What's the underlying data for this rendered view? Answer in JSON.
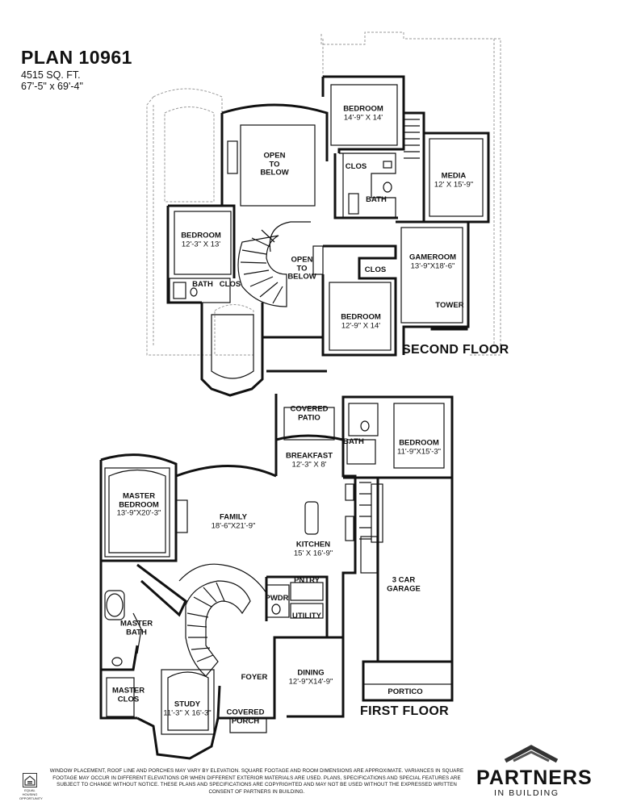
{
  "header": {
    "plan_name": "PLAN 10961",
    "square_feet": "4515 SQ. FT.",
    "dimensions": "67'-5\" x 69'-4\""
  },
  "floors": {
    "second_label": "SECOND FLOOR",
    "first_label": "FIRST FLOOR"
  },
  "second_floor_rooms": [
    {
      "name": "BEDROOM",
      "dim": "14'-9\" X 14'"
    },
    {
      "name": "OPEN\nTO\nBELOW",
      "dim": ""
    },
    {
      "name": "CLOS",
      "dim": ""
    },
    {
      "name": "BATH",
      "dim": ""
    },
    {
      "name": "MEDIA",
      "dim": "12' X 15'-9\""
    },
    {
      "name": "BEDROOM",
      "dim": "12'-3\" X 13'"
    },
    {
      "name": "OPEN\nTO\nBELOW",
      "dim": ""
    },
    {
      "name": "GAMEROOM",
      "dim": "13'-9\"X18'-6\""
    },
    {
      "name": "CLOS",
      "dim": ""
    },
    {
      "name": "BATH",
      "dim": ""
    },
    {
      "name": "CLOS",
      "dim": ""
    },
    {
      "name": "BEDROOM",
      "dim": "12'-9\" X 14'"
    },
    {
      "name": "TOWER",
      "dim": ""
    }
  ],
  "first_floor_rooms": [
    {
      "name": "COVERED\nPATIO",
      "dim": ""
    },
    {
      "name": "BATH",
      "dim": ""
    },
    {
      "name": "BEDROOM",
      "dim": "11'-9\"X15'-3\""
    },
    {
      "name": "BREAKFAST",
      "dim": "12'-3\" X 8'"
    },
    {
      "name": "MASTER\nBEDROOM",
      "dim": "13'-9\"X20'-3\""
    },
    {
      "name": "FAMILY",
      "dim": "18'-6\"X21'-9\""
    },
    {
      "name": "KITCHEN",
      "dim": "15' X 16'-9\""
    },
    {
      "name": "PNTRY",
      "dim": ""
    },
    {
      "name": "3 CAR\nGARAGE",
      "dim": ""
    },
    {
      "name": "PWDR",
      "dim": ""
    },
    {
      "name": "UTILITY",
      "dim": ""
    },
    {
      "name": "MASTER\nBATH",
      "dim": ""
    },
    {
      "name": "FOYER",
      "dim": ""
    },
    {
      "name": "DINING",
      "dim": "12'-9\"X14'-9\""
    },
    {
      "name": "MASTER\nCLOS",
      "dim": ""
    },
    {
      "name": "STUDY",
      "dim": "11'-3\" X 16'-3\""
    },
    {
      "name": "COVERED\nPORCH",
      "dim": ""
    },
    {
      "name": "PORTICO",
      "dim": ""
    }
  ],
  "footer": {
    "disclaimer": "WINDOW PLACEMENT, ROOF LINE AND PORCHES MAY VARY BY ELEVATION. SQUARE FOOTAGE AND ROOM DIMENSIONS ARE APPROXIMATE. VARIANCES IN SQUARE FOOTAGE MAY OCCUR IN DIFFERENT ELEVATIONS OR WHEN DIFFERENT EXTERIOR MATERIALS ARE USED. PLANS, SPECIFICATIONS AND SPECIAL FEATURES ARE SUBJECT TO CHANGE WITHOUT NOTICE. THESE PLANS AND SPECIFICATIONS ARE COPYRIGHTED AND MAY NOT BE USED WITHOUT THE EXPRESSED WRITTEN CONSENT OF PARTNERS IN BUILDING.",
    "logo_word": "PARTNERS",
    "logo_sub": "IN BUILDING",
    "eho_text": "EQUAL HOUSING OPPORTUNITY"
  },
  "colors": {
    "wall": "#111111",
    "dashed": "#999999",
    "fixture": "#555555"
  }
}
